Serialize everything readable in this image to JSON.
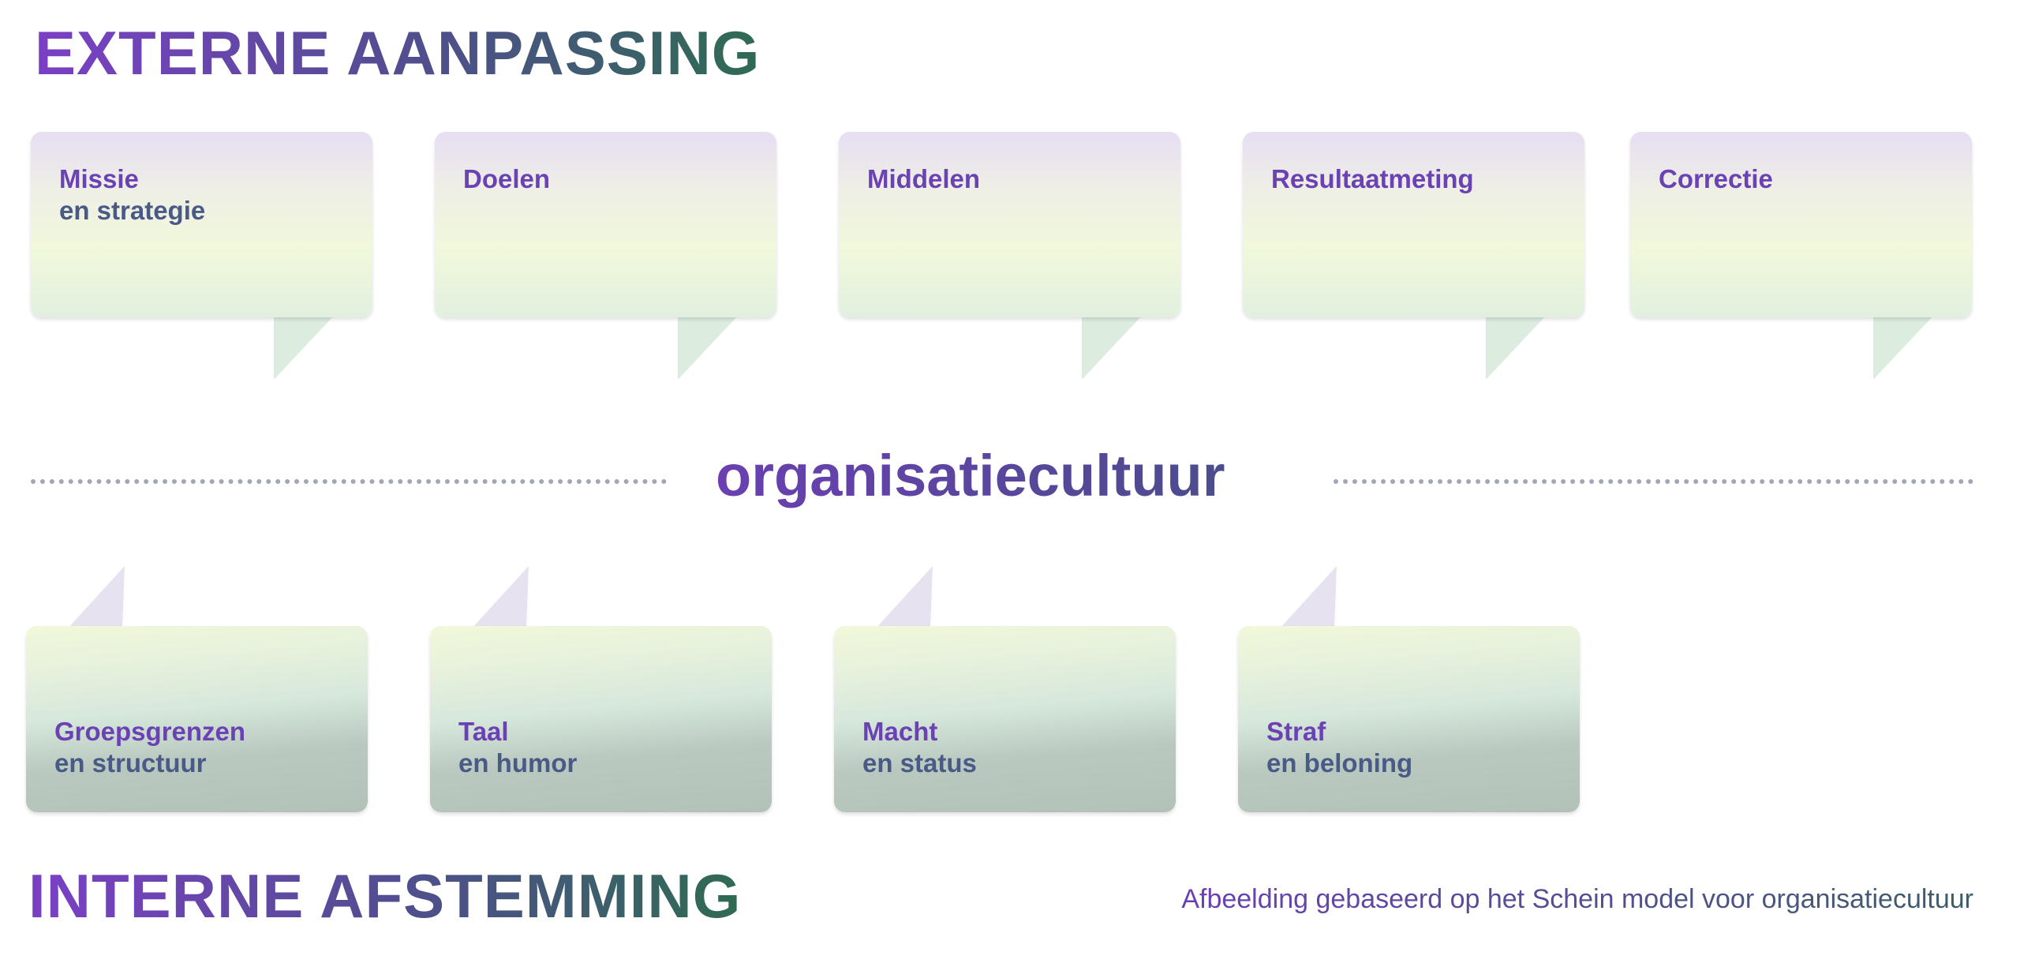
{
  "header": {
    "title": "EXTERNE AANPASSING"
  },
  "external_items": [
    {
      "line1": "Missie",
      "line2": "en strategie"
    },
    {
      "line1": "Doelen",
      "line2": ""
    },
    {
      "line1": "Middelen",
      "line2": ""
    },
    {
      "line1": "Resultaatmeting",
      "line2": ""
    },
    {
      "line1": "Correctie",
      "line2": ""
    }
  ],
  "center": {
    "label": "organisatiecultuur"
  },
  "internal_items": [
    {
      "line1": "Groepsgrenzen",
      "line2": "en structuur"
    },
    {
      "line1": "Taal",
      "line2": "en humor"
    },
    {
      "line1": "Macht",
      "line2": "en status"
    },
    {
      "line1": "Straf",
      "line2": "en beloning"
    }
  ],
  "footer": {
    "title": "INTERNE AFSTEMMING",
    "caption": "Afbeelding gebaseerd op het Schein model voor organisatiecultuur"
  },
  "colors": {
    "purple": "#7b3fc6",
    "green": "#2f6b52",
    "dots": "#a2a6b6"
  }
}
